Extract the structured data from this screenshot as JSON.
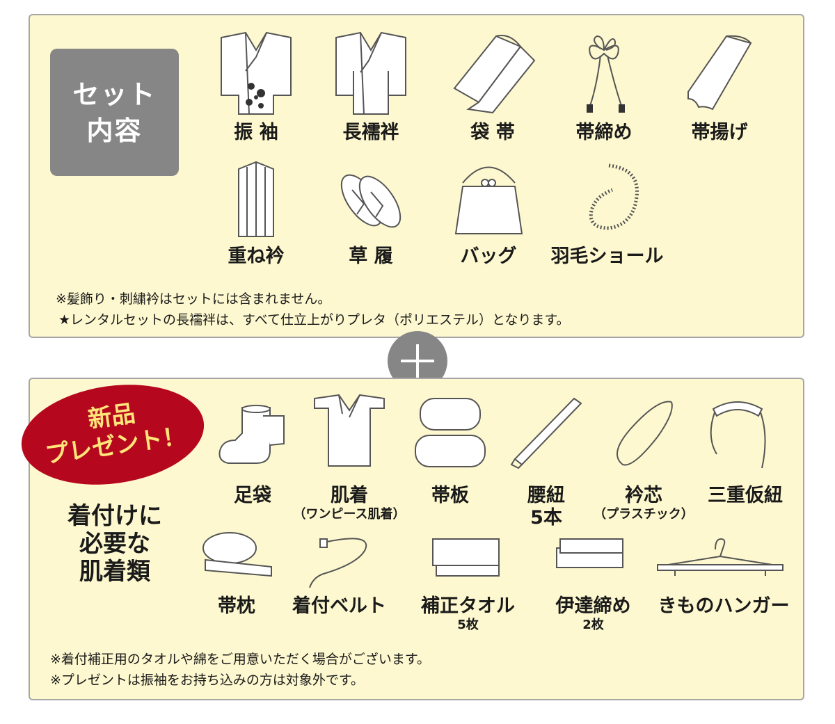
{
  "set_section": {
    "badge_line1": "セット",
    "badge_line2": "内容",
    "items": [
      {
        "label": "振 袖",
        "icon": "furisode-icon"
      },
      {
        "label": "長襦袢",
        "icon": "nagajuban-icon"
      },
      {
        "label": "袋 帯",
        "icon": "fukuro-obi-icon"
      },
      {
        "label": "帯締め",
        "icon": "obijime-icon"
      },
      {
        "label": "帯揚げ",
        "icon": "obiage-icon"
      },
      {
        "label": "重ね衿",
        "icon": "kasane-eri-icon"
      },
      {
        "label": "草 履",
        "icon": "zori-icon"
      },
      {
        "label": "バッグ",
        "icon": "bag-icon"
      },
      {
        "label": "羽毛ショール",
        "icon": "feather-shawl-icon"
      }
    ],
    "note1": "※髪飾り・刺繍衿はセットには含まれません。",
    "note2": "★レンタルセットの長襦袢は、すべて仕立上がりプレタ（ポリエステル）となります。"
  },
  "gift_section": {
    "badge_line1": "新品",
    "badge_line2": "プレゼント！",
    "title_line1": "着付けに",
    "title_line2": "必要な",
    "title_line3": "肌着類",
    "items": [
      {
        "label": "足袋",
        "sub": "",
        "icon": "tabi-icon"
      },
      {
        "label": "肌着",
        "sub": "（ワンピース肌着）",
        "icon": "hadagi-icon"
      },
      {
        "label": "帯板",
        "sub": "",
        "icon": "obiita-icon"
      },
      {
        "label": "腰紐",
        "sub": "5本",
        "icon": "koshihimo-icon"
      },
      {
        "label": "衿芯",
        "sub": "（プラスチック）",
        "icon": "erishin-icon"
      },
      {
        "label": "三重仮紐",
        "sub": "",
        "icon": "sanju-karihimo-icon"
      },
      {
        "label": "帯枕",
        "sub": "",
        "icon": "obimakura-icon"
      },
      {
        "label": "着付ベルト",
        "sub": "",
        "icon": "kitsuke-belt-icon"
      },
      {
        "label": "補正タオル",
        "sub": "5枚",
        "icon": "towel-icon"
      },
      {
        "label": "伊達締め",
        "sub": "2枚",
        "icon": "datejime-icon"
      },
      {
        "label": "きものハンガー",
        "sub": "",
        "icon": "hanger-icon"
      }
    ],
    "note1": "※着付補正用のタオルや綿をご用意いただく場合がございます。",
    "note2": "※プレゼントは振袖をお持ち込みの方は対象外です。"
  },
  "colors": {
    "panel_bg": "#fdf8cf",
    "panel_border": "#a6a6a6",
    "badge_gray": "#878686",
    "badge_red": "#b5081e",
    "badge_text_yellow": "#ffe57a"
  }
}
